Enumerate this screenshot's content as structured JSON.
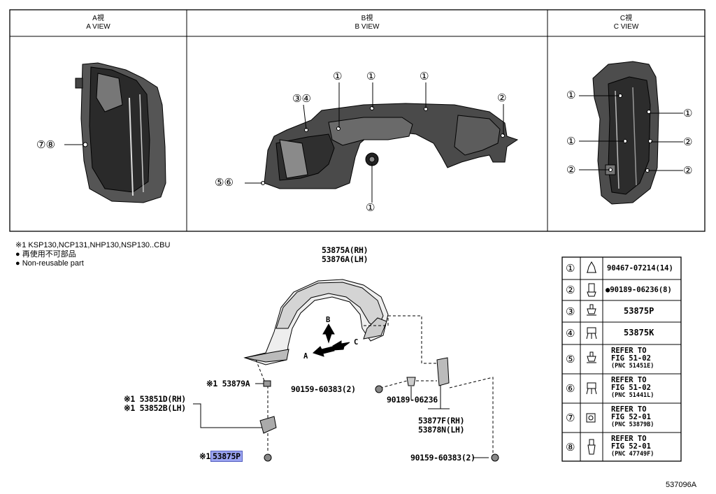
{
  "views": [
    {
      "jp": "A視",
      "en": "A VIEW"
    },
    {
      "jp": "B視",
      "en": "B VIEW"
    },
    {
      "jp": "C視",
      "en": "C VIEW"
    }
  ],
  "callouts": {
    "a_view": [
      "⑦⑧"
    ],
    "b_view": [
      "①",
      "①",
      "①",
      "②",
      "③④",
      "⑤⑥",
      "①"
    ],
    "c_view": [
      "①",
      "①",
      "①",
      "②",
      "②",
      "②"
    ]
  },
  "notes": {
    "models": "※1 KSP130,NCP131,NHP130,NSP130..CBU",
    "non_reusable_jp": "● 再使用不可部品",
    "non_reusable_en": "● Non-reusable part"
  },
  "parts": {
    "liner_rh": "53875A(RH)",
    "liner_lh": "53876A(LH)",
    "p53879a": "※1 53879A",
    "p53851d": "※1 53851D(RH)",
    "p53852b": "※1 53852B(LH)",
    "p53875p_mark": "※1",
    "p53875p": "53875P",
    "bolt_top": "90159-60383(2)",
    "clip": "90189-06236",
    "p53877f": "53877F(RH)",
    "p53878n": "53878N(LH)",
    "bolt_bottom": "90159-60383(2)"
  },
  "arrows": {
    "a": "A",
    "b": "B",
    "c": "C"
  },
  "legend": [
    {
      "num": "①",
      "icon": "clip-icon",
      "lines": [
        "90467-07214(14)"
      ]
    },
    {
      "num": "②",
      "icon": "screw-grommet-icon",
      "lines": [
        "●90189-06236(8)"
      ]
    },
    {
      "num": "③",
      "icon": "pin-clip-icon",
      "lines": [
        "53875P"
      ]
    },
    {
      "num": "④",
      "icon": "push-clip-icon",
      "lines": [
        "53875K"
      ]
    },
    {
      "num": "⑤",
      "icon": "pin-clip-icon",
      "lines": [
        "REFER TO",
        "FIG 51-02"
      ],
      "sub": "(PNC 51451E)"
    },
    {
      "num": "⑥",
      "icon": "push-clip-icon",
      "lines": [
        "REFER TO",
        "FIG 51-02"
      ],
      "sub": "(PNC 51441L)"
    },
    {
      "num": "⑦",
      "icon": "nut-clip-icon",
      "lines": [
        "REFER TO",
        "FIG 52-01"
      ],
      "sub": "(PNC 53879B)"
    },
    {
      "num": "⑧",
      "icon": "rivet-clip-icon",
      "lines": [
        "REFER TO",
        "FIG 52-01"
      ],
      "sub": "(PNC 47749F)"
    }
  ],
  "figure_number": "537096A"
}
